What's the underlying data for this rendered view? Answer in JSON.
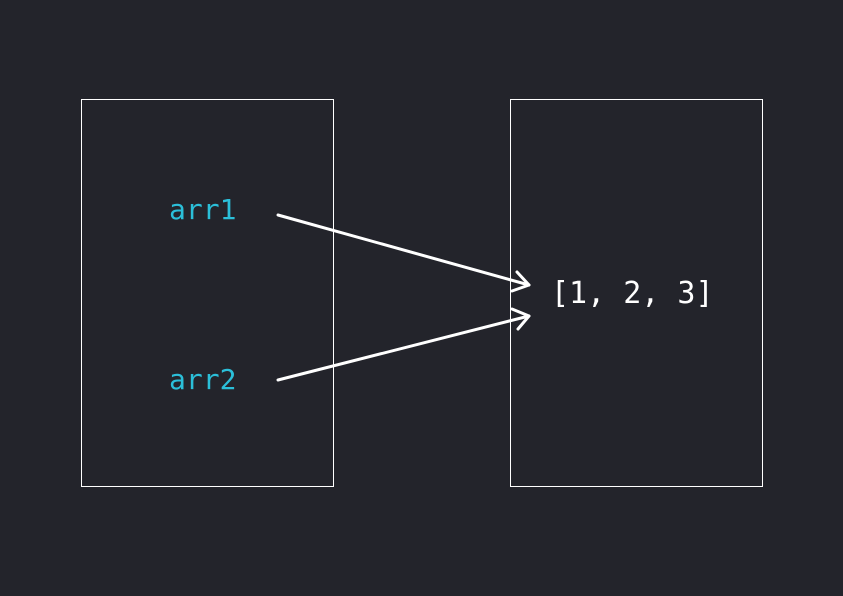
{
  "colors": {
    "background": "#23242b",
    "border": "#ffffff",
    "variable": "#2bbfd9",
    "value": "#ffffff",
    "arrow": "#ffffff"
  },
  "variables": [
    {
      "label": "arr1"
    },
    {
      "label": "arr2"
    }
  ],
  "value": {
    "label": "[1, 2, 3]"
  }
}
